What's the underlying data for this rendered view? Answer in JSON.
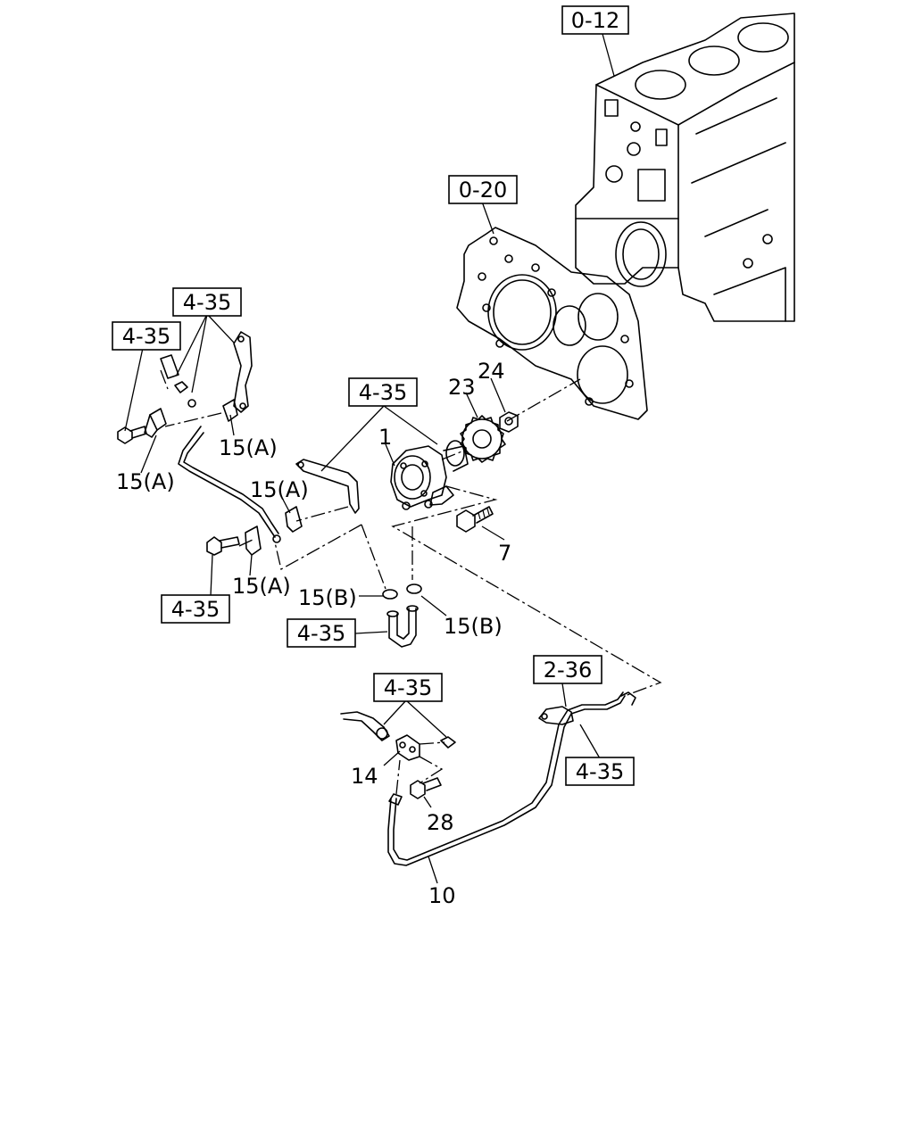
{
  "refs": {
    "r_0_12": "0-12",
    "r_0_20": "0-20",
    "r_4_35_top": "4-35",
    "r_4_35_left": "4-35",
    "r_4_35_pump": "4-35",
    "r_4_35_bot_left": "4-35",
    "r_4_35_hose": "4-35",
    "r_4_35_lower": "4-35",
    "r_2_36": "2-36",
    "r_4_35_right": "4-35"
  },
  "labels": {
    "p1": "1",
    "p7": "7",
    "p10": "10",
    "p14": "14",
    "p23": "23",
    "p24": "24",
    "p28": "28",
    "p15a_1": "15(A)",
    "p15a_2": "15(A)",
    "p15a_3": "15(A)",
    "p15a_4": "15(A)",
    "p15b_1": "15(B)",
    "p15b_2": "15(B)"
  }
}
